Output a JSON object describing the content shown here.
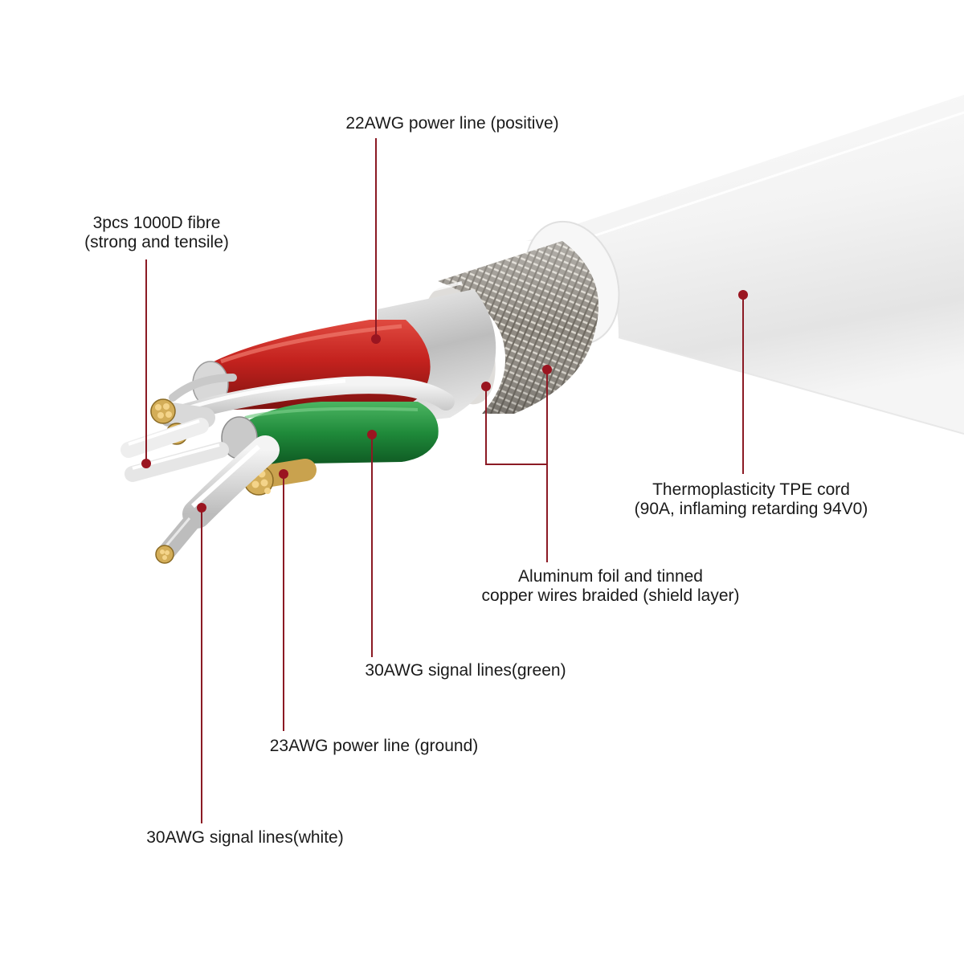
{
  "colors": {
    "leader": "#8b1a24",
    "dot": "#9a1520",
    "jacket": "#f1f1f1",
    "braid": "#9b958d",
    "foil": "#d4d4d4",
    "red_core": "#c4221e",
    "green_core": "#1f8a3a",
    "copper": "#d7b25c",
    "text": "#1a1a1a"
  },
  "labels": {
    "power_positive": "22AWG power line (positive)",
    "fibre_line1": "3pcs 1000D fibre",
    "fibre_line2": "(strong and tensile)",
    "tpe_line1": "Thermoplasticity TPE cord",
    "tpe_line2": "(90A, inflaming retarding 94V0)",
    "shield_line1": "Aluminum foil and tinned",
    "shield_line2": "copper wires braided (shield layer)",
    "signal_green": "30AWG signal lines(green)",
    "power_ground": "23AWG power line (ground)",
    "signal_white": "30AWG signal lines(white)"
  }
}
